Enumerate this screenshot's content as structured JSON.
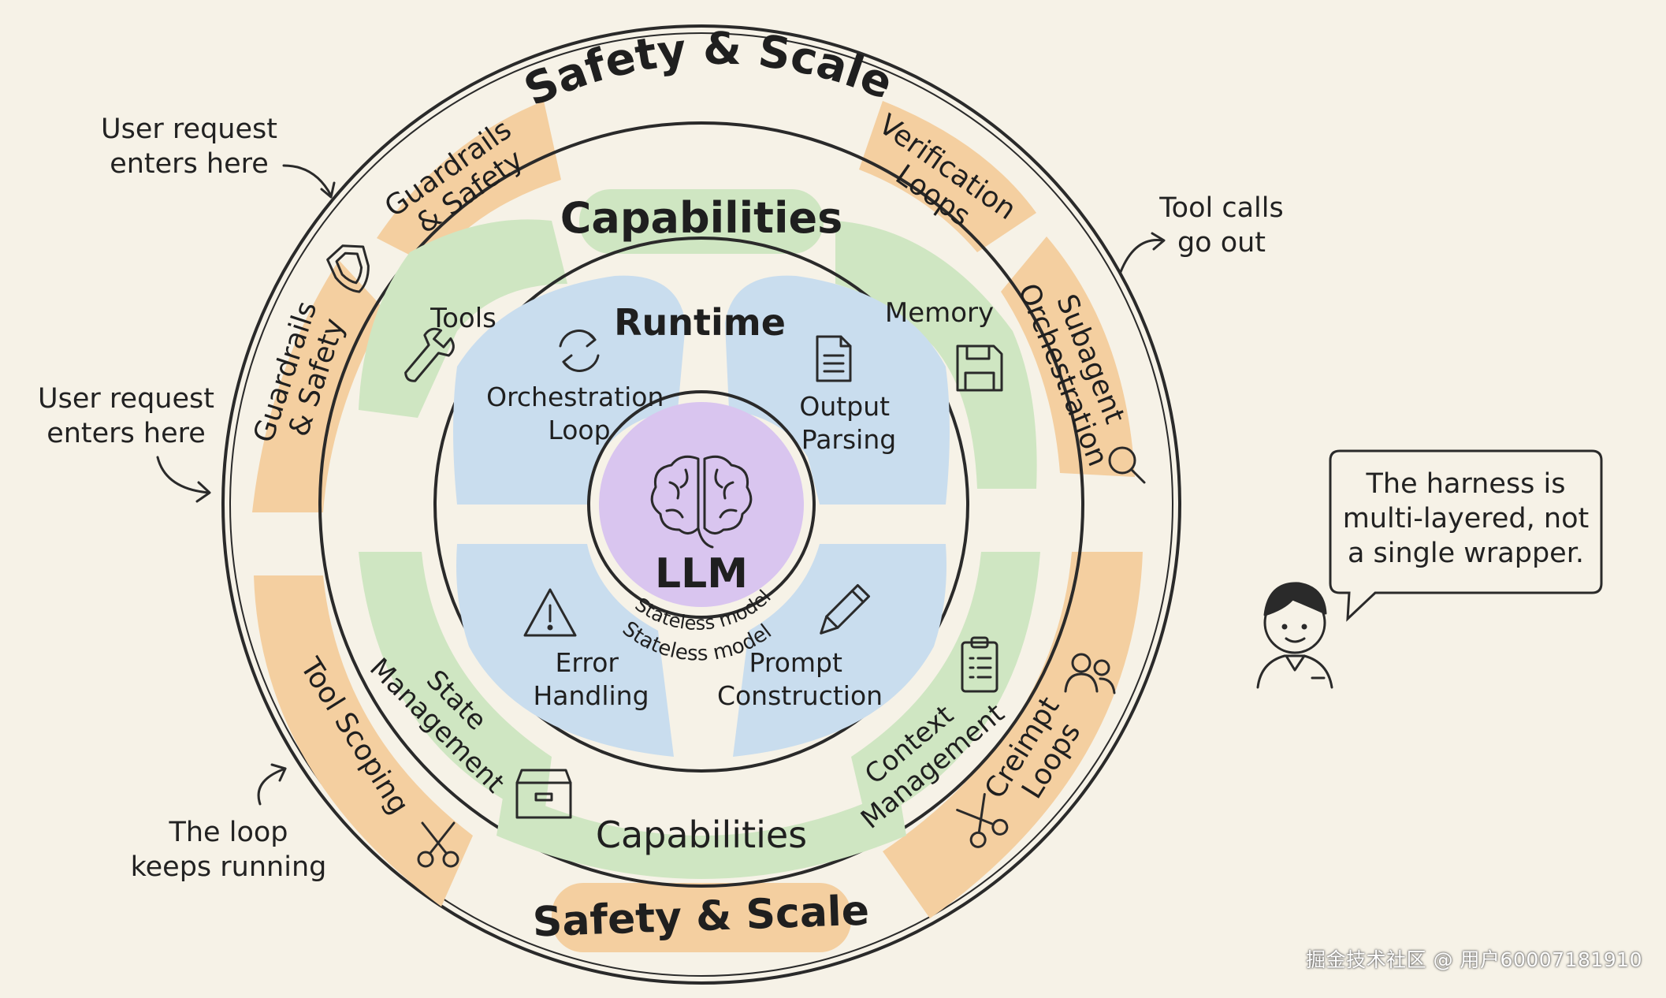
{
  "outer_ring": {
    "title_top": "Safety & Scale",
    "title_bottom": "Safety & Scale",
    "segments": [
      {
        "key": "guardrails_top",
        "lines": [
          "Guardrails",
          "& Safety"
        ]
      },
      {
        "key": "verification",
        "lines": [
          "Verification",
          "Loops"
        ]
      },
      {
        "key": "subagent",
        "lines": [
          "Subagent",
          "Orchestration"
        ]
      },
      {
        "key": "guardrails_left",
        "lines": [
          "Guardrails",
          "& Safety"
        ]
      },
      {
        "key": "tool_scoping",
        "lines": [
          "Tool Scoping"
        ]
      },
      {
        "key": "creimpt",
        "lines": [
          "Creimpt",
          "Loops"
        ]
      }
    ]
  },
  "capabilities_ring": {
    "title_top": "Capabilities",
    "title_bottom": "Capabilities",
    "tools": "Tools",
    "memory": "Memory",
    "state": [
      "State",
      "Management"
    ],
    "context": [
      "Context",
      "Management"
    ]
  },
  "runtime_ring": {
    "title": "Runtime",
    "orchestration": [
      "Orchestration",
      "Loop"
    ],
    "output": [
      "Output",
      "Parsing"
    ],
    "error": [
      "Error",
      "Handling"
    ],
    "prompt": [
      "Prompt",
      "Construction"
    ]
  },
  "core": {
    "label": "LLM",
    "sub1": "Stateless model",
    "sub2": "Stateless model"
  },
  "annotations": {
    "user_request_1": [
      "User request",
      "enters here"
    ],
    "user_request_2": [
      "User request",
      "enters here"
    ],
    "tool_calls": [
      "Tool calls",
      "go out"
    ],
    "loop": [
      "The loop",
      "keeps running"
    ],
    "bubble": [
      "The harness is",
      "multi-layered, not",
      "a single wrapper."
    ]
  },
  "watermark": "掘金技术社区 @ 用户60007181910",
  "icons": [
    "shield-icon",
    "wrench-icon",
    "refresh-icon",
    "document-icon",
    "floppy-disk-icon",
    "brain-icon",
    "warning-icon",
    "pencil-icon",
    "clipboard-icon",
    "users-icon",
    "magnifier-icon",
    "scissors-icon",
    "file-drawer-icon",
    "person-icon"
  ],
  "colors": {
    "background": "#f6f2e7",
    "orange": "#f4cfa0",
    "green": "#cfe6c2",
    "blue": "#c9ddee",
    "purple": "#d9c5ef",
    "ink": "#2a2a2a"
  }
}
